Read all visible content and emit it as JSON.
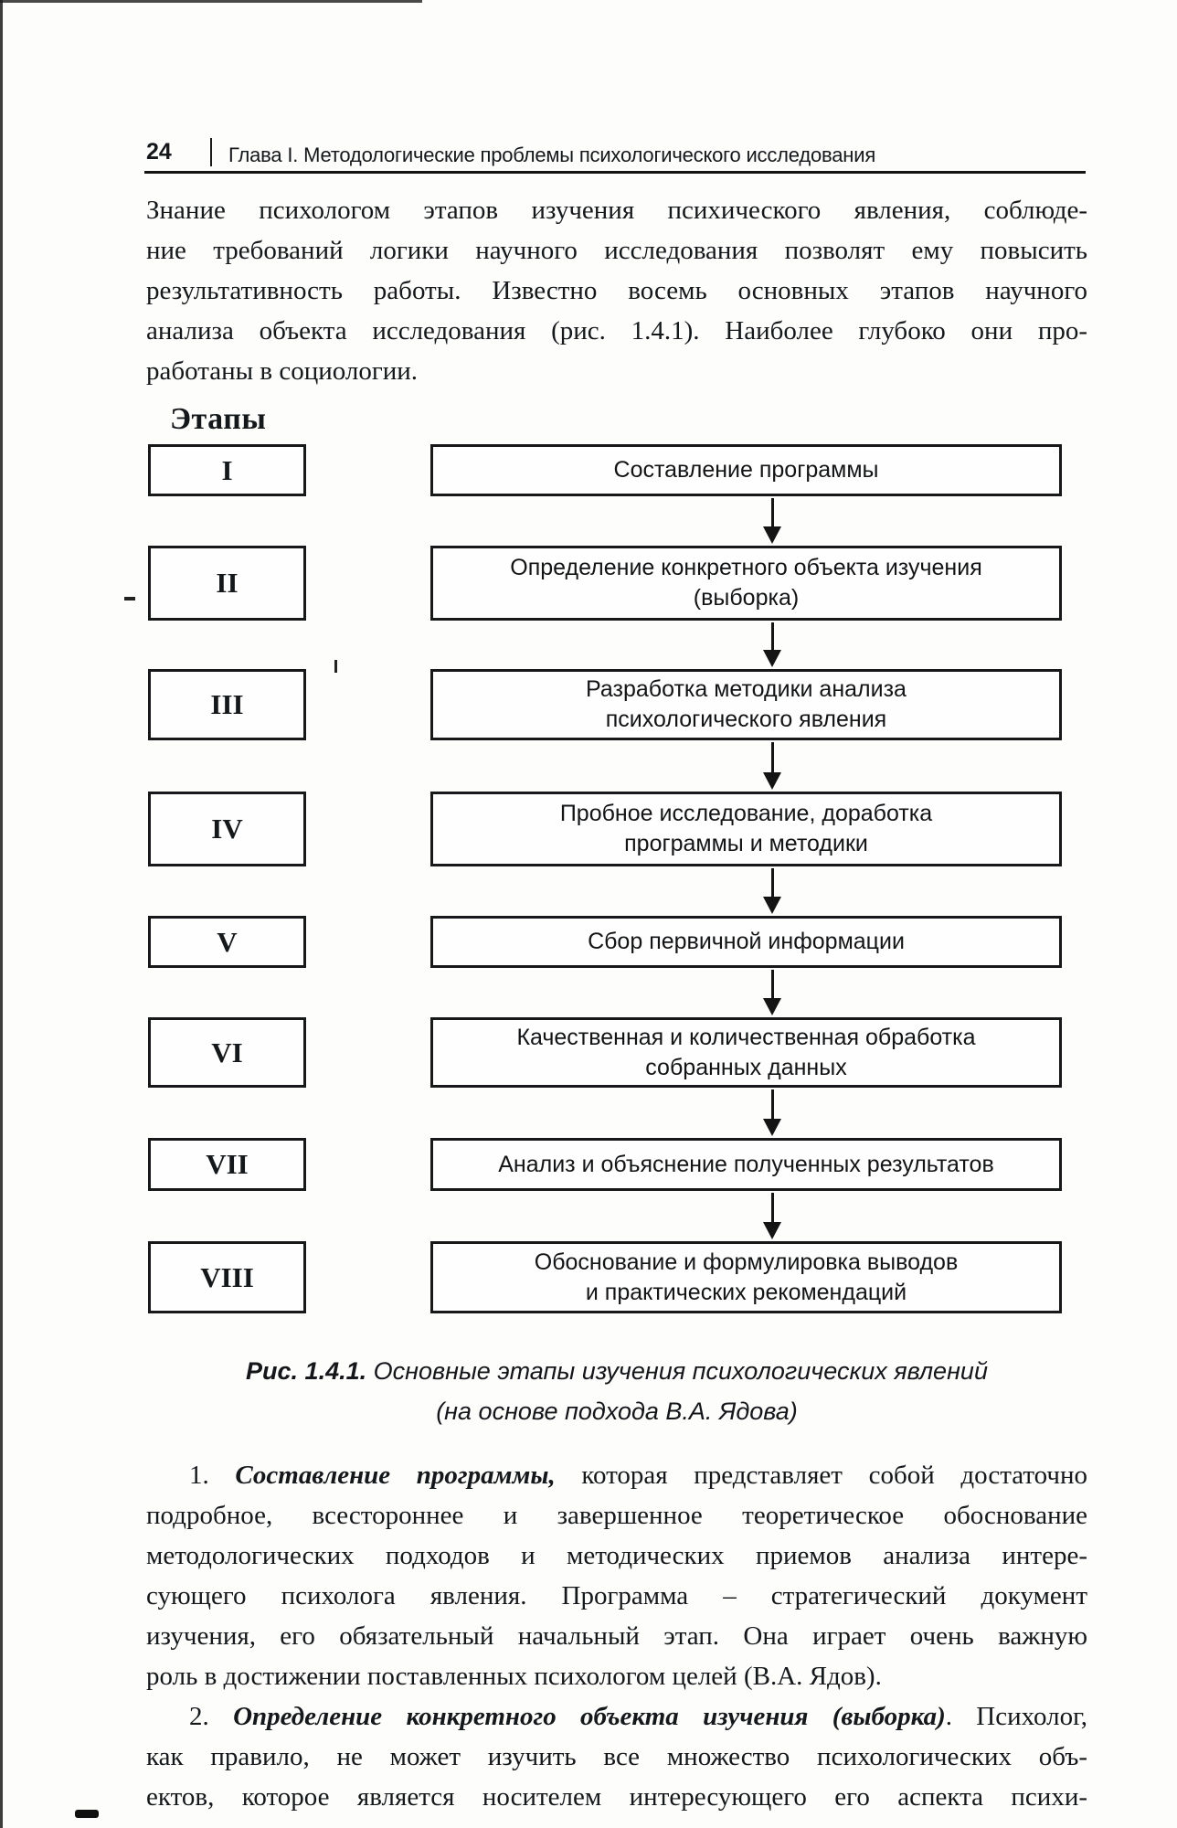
{
  "header": {
    "page_number": "24",
    "chapter_title": "Глава I. Методологические проблемы психологического исследования"
  },
  "intro": {
    "lines": [
      [
        {
          "t": "Знание психологом этапов изучения психического явления, соблюде-"
        }
      ],
      [
        {
          "t": "ние требований логики научного исследования позволят ему повысить"
        }
      ],
      [
        {
          "t": "результативность работы. Известно восемь основных этапов научного"
        }
      ],
      [
        {
          "t": "анализа объекта исследования (рис. 1.4.1). Наиболее глубоко они про-"
        }
      ],
      [
        {
          "t": "работаны в социологии."
        }
      ]
    ]
  },
  "diagram": {
    "title": "Этапы",
    "stages": [
      {
        "numeral": "I",
        "lines": [
          "Составление программы"
        ]
      },
      {
        "numeral": "II",
        "lines": [
          "Определение конкретного объекта изучения",
          "(выборка)"
        ]
      },
      {
        "numeral": "III",
        "lines": [
          "Разработка методики анализа",
          "психологического явления"
        ]
      },
      {
        "numeral": "IV",
        "lines": [
          "Пробное исследование, доработка",
          "программы и методики"
        ]
      },
      {
        "numeral": "V",
        "lines": [
          "Сбор первичной информации"
        ]
      },
      {
        "numeral": "VI",
        "lines": [
          "Качественная и количественная обработка",
          "собранных данных"
        ]
      },
      {
        "numeral": "VII",
        "lines": [
          "Анализ и объяснение полученных результатов"
        ]
      },
      {
        "numeral": "VIII",
        "lines": [
          "Обоснование и формулировка выводов",
          "и практических рекомендаций"
        ]
      }
    ]
  },
  "figure_caption": {
    "lines": [
      [
        {
          "t": "Рис. 1.4.1.",
          "b": true
        },
        {
          "t": " Основные этапы изучения психологических явлений"
        }
      ],
      [
        {
          "t": "(на основе подхода В.А. Ядова)"
        }
      ]
    ]
  },
  "paragraphs": [
    {
      "lines": [
        [
          {
            "t": "1. "
          },
          {
            "t": "Составление программы,",
            "bi": true
          },
          {
            "t": " которая представляет собой достаточно"
          }
        ],
        [
          {
            "t": "подробное, всестороннее и завершенное теоретическое обоснование"
          }
        ],
        [
          {
            "t": "методологических подходов и методических приемов анализа интере-"
          }
        ],
        [
          {
            "t": "сующего психолога явления. Программа – стратегический документ"
          }
        ],
        [
          {
            "t": "изучения, его обязательный начальный этап. Она играет очень важную"
          }
        ],
        [
          {
            "t": "роль в достижении поставленных психологом целей (В.А. Ядов)."
          }
        ]
      ]
    },
    {
      "lines": [
        [
          {
            "t": "2. "
          },
          {
            "t": "Определение конкретного объекта изучения (выборка)",
            "bi": true
          },
          {
            "t": ". Психолог,"
          }
        ],
        [
          {
            "t": "как правило, не может изучить все множество психологических объ-"
          }
        ],
        [
          {
            "t": "ектов, которое является носителем интересующего его аспекта психи-"
          }
        ]
      ]
    }
  ]
}
